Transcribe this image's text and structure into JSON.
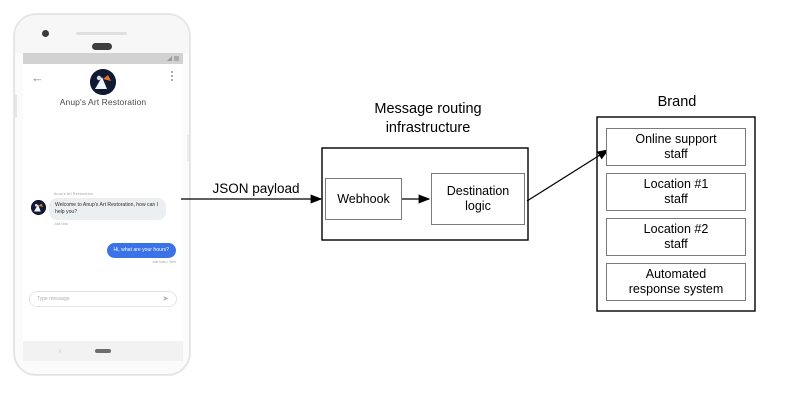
{
  "phone": {
    "status_bar": {
      "signal_icon": "signal-icon",
      "battery_icon": "battery-icon"
    },
    "header": {
      "back_icon": "back-arrow-icon",
      "menu_icon": "overflow-menu-icon",
      "avatar_icon": "brand-avatar",
      "title": "Anup's Art Restoration"
    },
    "conversation": {
      "incoming": {
        "sender": "Anup's Art Restoration",
        "text": "Welcome to Anup's Art Restoration, how can I help you?",
        "time": "Just Now",
        "avatar_icon": "brand-avatar"
      },
      "outgoing": {
        "text": "Hi, what are your hours?",
        "time": "Just Now • Sent"
      }
    },
    "input": {
      "placeholder": "Type message",
      "send_icon": "send-icon"
    },
    "nav": {
      "back_icon": "nav-back-icon",
      "home_icon": "nav-home-pill"
    }
  },
  "diagram": {
    "json_payload_label": "JSON payload",
    "infrastructure": {
      "title_line1": "Message routing",
      "title_line2": "infrastructure",
      "webhook_label": "Webhook",
      "destination_line1": "Destination",
      "destination_line2": "logic"
    },
    "brand": {
      "title": "Brand",
      "boxes": [
        {
          "line1": "Online support",
          "line2": "staff"
        },
        {
          "line1": "Location #1",
          "line2": "staff"
        },
        {
          "line1": "Location #2",
          "line2": "staff"
        },
        {
          "line1": "Automated",
          "line2": "response system"
        }
      ]
    }
  },
  "colors": {
    "outgoing_bubble": "#3b72e8",
    "incoming_bubble": "#eceff1",
    "line": "#000000",
    "box_border": "#7a7a7a",
    "background": "#ffffff"
  }
}
